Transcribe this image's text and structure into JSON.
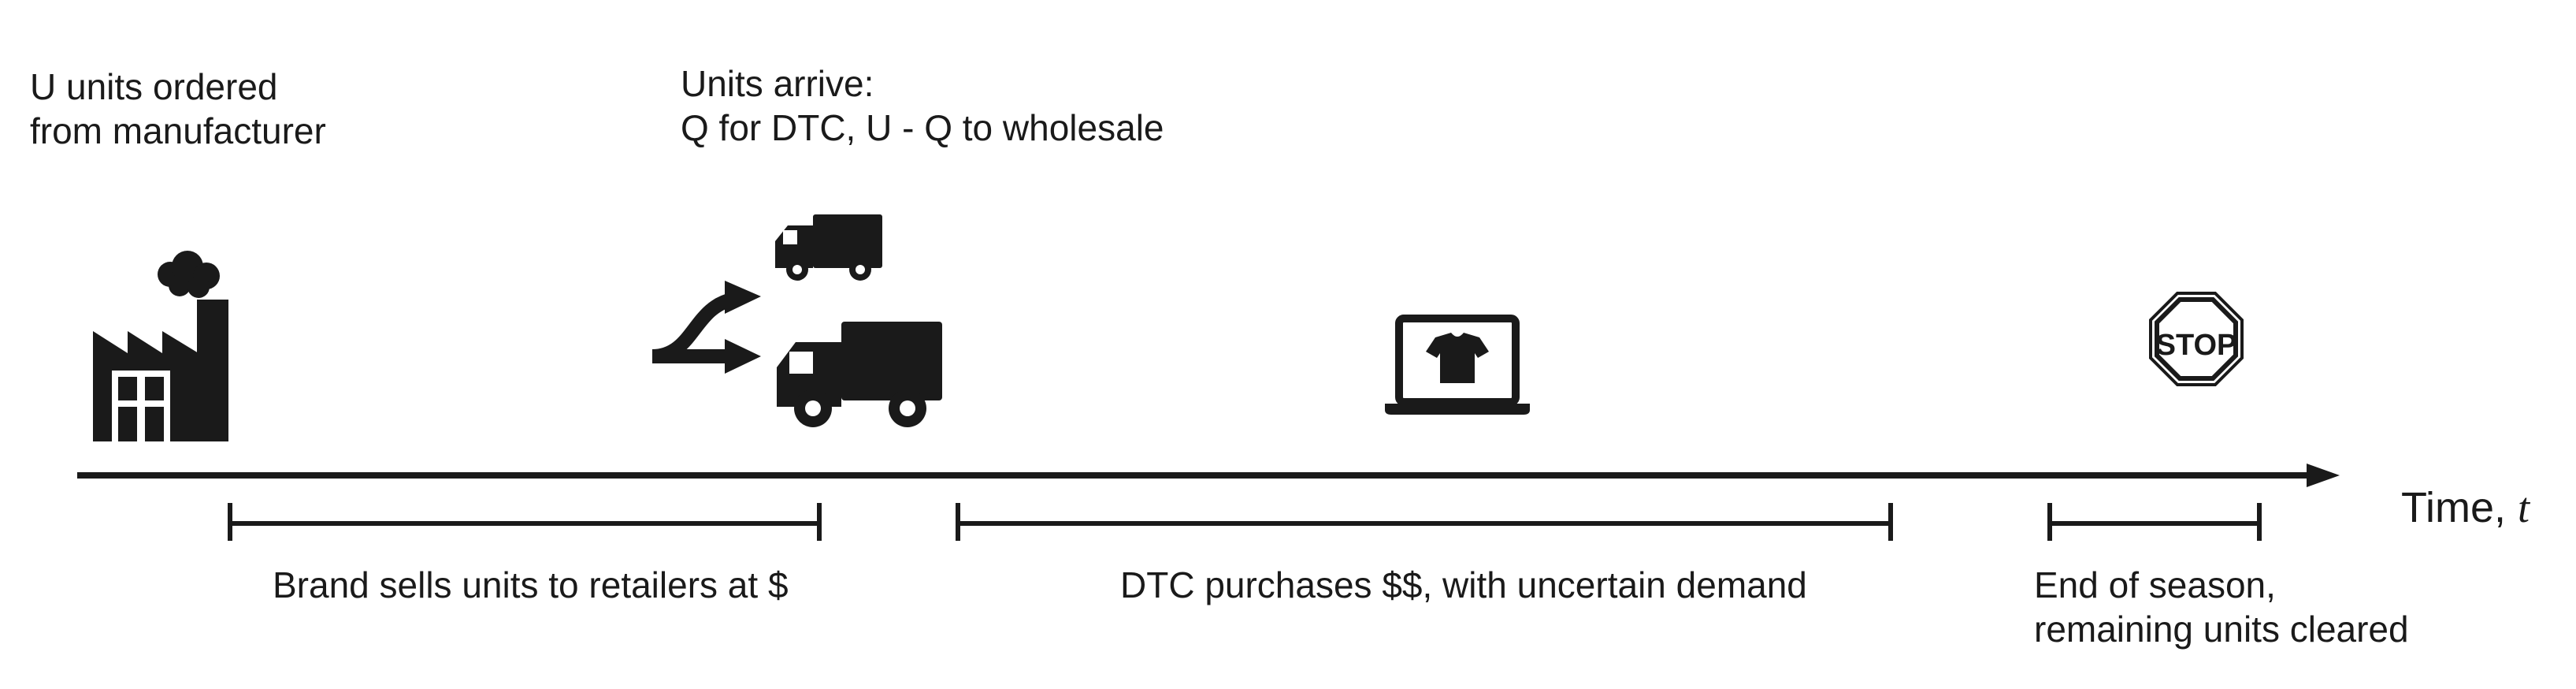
{
  "labels": {
    "manufacturer_line1": "U units ordered",
    "manufacturer_line2": "from manufacturer",
    "arrival_line1": "Units arrive:",
    "arrival_line2": "Q for DTC, U - Q to wholesale",
    "wholesale_period": "Brand sells units to retailers at $",
    "dtc_period": "DTC purchases $$, with uncertain demand",
    "end_line1": "End of season,",
    "end_line2": "remaining units cleared",
    "time_axis": "Time,",
    "time_symbol": "t",
    "stop_sign": "STOP"
  },
  "icons": [
    "factory-icon",
    "split-arrow-icon",
    "truck-icon",
    "laptop-shirt-icon",
    "stop-sign-icon"
  ]
}
